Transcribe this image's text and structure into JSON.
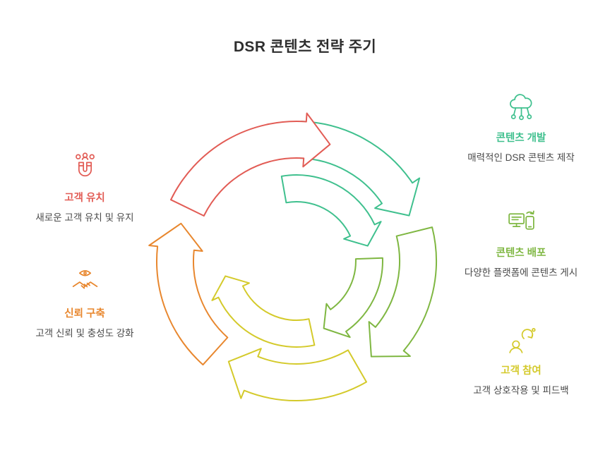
{
  "title": "DSR 콘텐츠 전략 주기",
  "left_items": [
    {
      "label": "고객 유치",
      "desc": "새로운 고객 유치 및 유지",
      "color": "#e25c55",
      "icon": "magnet-people-icon"
    },
    {
      "label": "신뢰 구축",
      "desc": "고객 신뢰 및 충성도 강화",
      "color": "#e8872e",
      "icon": "handshake-eye-icon"
    }
  ],
  "right_items": [
    {
      "label": "콘텐츠 개발",
      "desc": "매력적인 DSR 콘텐츠 제작",
      "color": "#3fc08e",
      "icon": "cloud-network-icon"
    },
    {
      "label": "콘텐츠 배포",
      "desc": "다양한 플랫폼에 콘텐츠 게시",
      "color": "#7fb742",
      "icon": "devices-sync-icon"
    },
    {
      "label": "고객 참여",
      "desc": "고객 상호작용 및 피드백",
      "color": "#d4ca2b",
      "icon": "user-feedback-icon"
    }
  ],
  "cycle_colors": {
    "red": "#e25c55",
    "teal": "#3fc08e",
    "green": "#7fb742",
    "yellow": "#d4ca2b",
    "orange": "#e8872e"
  }
}
